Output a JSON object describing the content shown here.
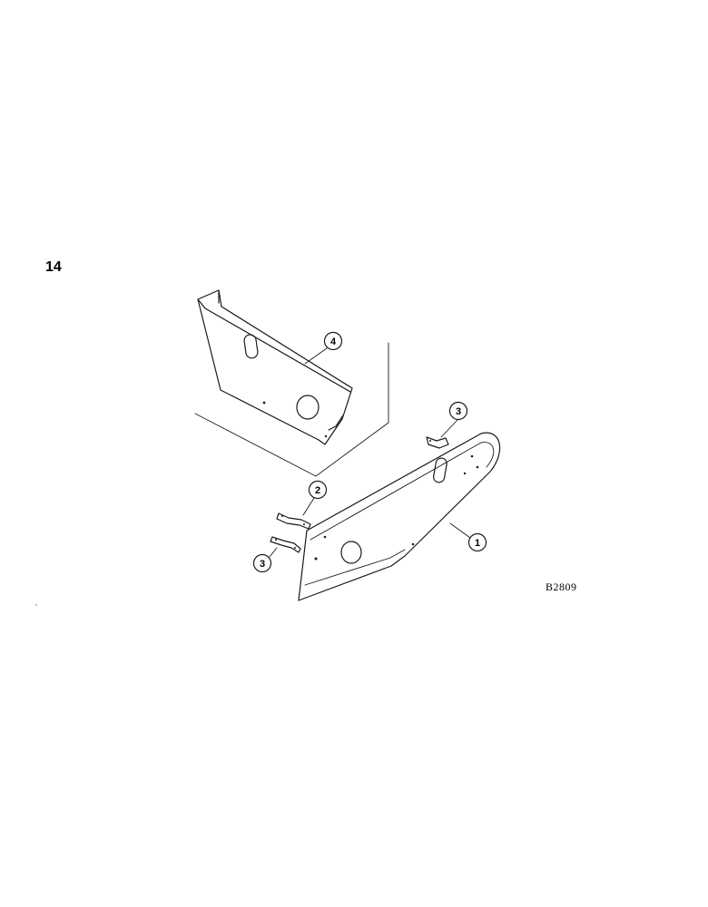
{
  "page_number": "14",
  "figure_code": "B2809",
  "callouts": [
    {
      "number": "4",
      "part": "shield-plate"
    },
    {
      "number": "3",
      "part": "strap-upper"
    },
    {
      "number": "2",
      "part": "strap"
    },
    {
      "number": "3",
      "part": "strap-lower"
    },
    {
      "number": "1",
      "part": "guard-panel"
    }
  ],
  "colors": {
    "ink": "#1a1a1a",
    "paper": "#ffffff"
  }
}
